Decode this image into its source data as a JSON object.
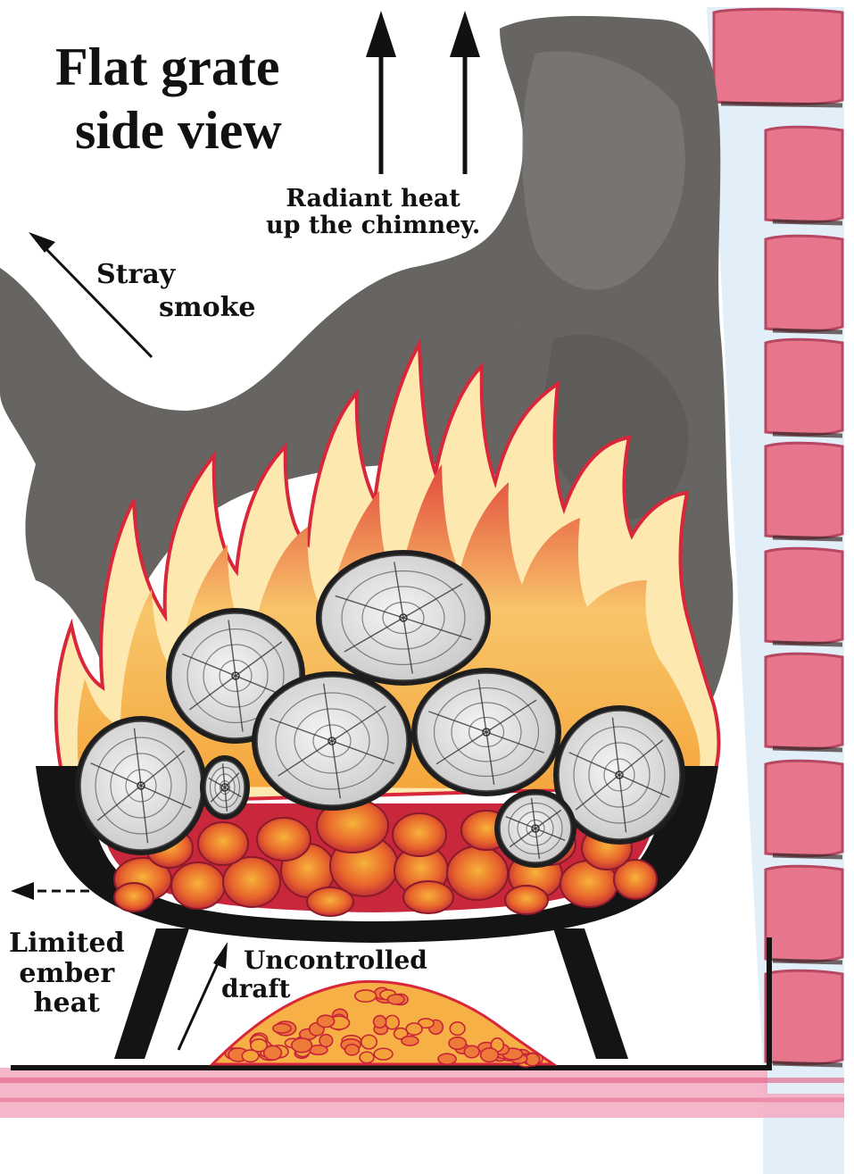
{
  "title": {
    "line1": "Flat grate",
    "line2": "side view"
  },
  "labels": {
    "radiant_line1": "Radiant heat",
    "radiant_line2": "up the chimney.",
    "stray_line1": "Stray",
    "stray_line2": "smoke",
    "ember_line1": "Limited",
    "ember_line2": "ember",
    "ember_line3": "heat",
    "draft_line1": "Uncontrolled",
    "draft_line2": "draft"
  },
  "colors": {
    "smoke": "#6b6966",
    "brick": "#e8627a",
    "brick_edge": "#b02a48",
    "mortar": "#3a2a2a",
    "flame_outer": "#d8263a",
    "flame_mid": "#f4a23a",
    "flame_inner": "#ffe6a0",
    "ember": "#e0502a",
    "ember_glow": "#f5a030",
    "grate": "#141414",
    "log": "#e8e8e8",
    "hearth": "#e45a80",
    "wall_blue": "#cfe3f2"
  },
  "icons": [
    "arrow-up-icon",
    "arrow-diagonal-icon",
    "dashed-arrow-left-icon"
  ]
}
